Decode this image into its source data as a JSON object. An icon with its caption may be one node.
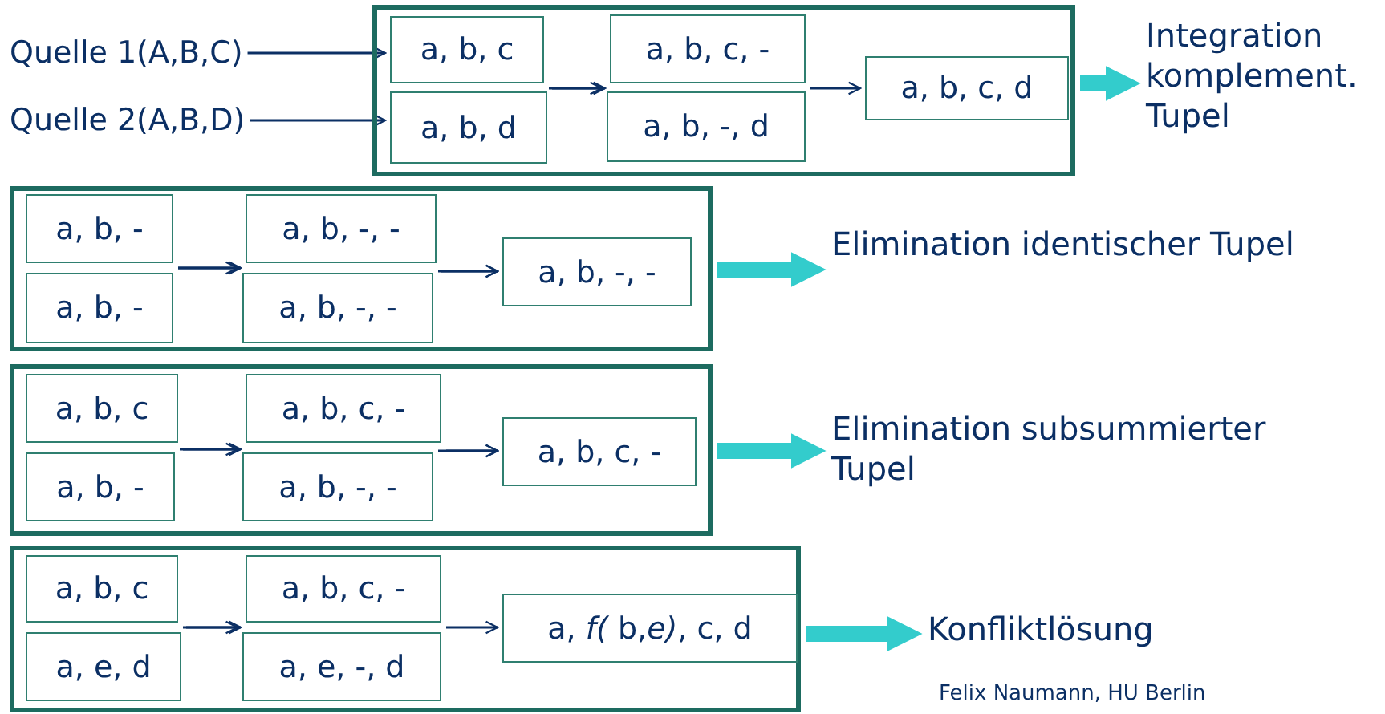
{
  "diagram": {
    "nodes": [
      {
        "text": [
          "Quelle 1(A,B,C)"
        ]
      },
      {
        "text": [
          "Quelle 2(A,B,D)"
        ]
      },
      {
        "text": [],
        "shape": "box"
      },
      {
        "text": [
          "a, b, c"
        ],
        "in": 2
      },
      {
        "text": [
          "a, b, d"
        ],
        "in": 2
      },
      {
        "text": [
          "a, b, c, -"
        ],
        "in": 2
      },
      {
        "text": [
          "a, b, -, d"
        ],
        "in": 2
      },
      {
        "text": [
          "a, b, c, d"
        ],
        "in": 2
      },
      {
        "text": [
          "Integration komplement. Tupel"
        ]
      },
      {
        "text": [],
        "shape": "box"
      },
      {
        "text": [
          "a, b, -"
        ],
        "in": 9
      },
      {
        "text": [
          "a, b, -"
        ],
        "in": 9
      },
      {
        "text": [
          "a, b, -, -"
        ],
        "in": 9
      },
      {
        "text": [
          "a, b, -, -"
        ],
        "in": 9
      },
      {
        "text": [
          "a, b, -, -"
        ],
        "in": 9
      },
      {
        "text": [
          "Elimination identischer Tupel"
        ]
      },
      {
        "text": [],
        "shape": "box"
      },
      {
        "text": [
          "a, b, c"
        ],
        "in": 16
      },
      {
        "text": [
          "a, b, -"
        ],
        "in": 16
      },
      {
        "text": [
          "a, b, c, -"
        ],
        "in": 16
      },
      {
        "text": [
          "a, b, -, -"
        ],
        "in": 16
      },
      {
        "text": [
          "a, b, c, -"
        ],
        "in": 16
      },
      {
        "text": [
          "Elimination subsummierter Tupel"
        ]
      },
      {
        "text": [],
        "shape": "box"
      },
      {
        "text": [
          "a, b, c"
        ],
        "in": 23
      },
      {
        "text": [
          "a, e, d"
        ],
        "in": 23
      },
      {
        "text": [
          "a, b, c, -"
        ],
        "in": 23
      },
      {
        "text": [
          "a, e, -, d"
        ],
        "in": 23
      },
      {
        "text": [
          "a, *f(* b,*e)*, c, d"
        ],
        "in": 23
      },
      {
        "text": [
          "Konfliktlösung"
        ]
      }
    ],
    "edges": [
      {
        "from": 0,
        "to": 3,
        "arrow": "to"
      },
      {
        "from": 1,
        "to": 4,
        "arrow": "to"
      },
      {
        "from": 3,
        "to": 5,
        "arrow": "to"
      },
      {
        "from": 4,
        "to": 6,
        "arrow": "to"
      },
      {
        "from": 5,
        "to": 7,
        "arrow": "to"
      },
      {
        "from": 6,
        "to": 7,
        "arrow": "to"
      },
      {
        "from": 2,
        "to": 8,
        "arrow": "to",
        "style": "thick",
        "color": "#33cccc"
      },
      {
        "from": 10,
        "to": 12,
        "arrow": "to"
      },
      {
        "from": 11,
        "to": 13,
        "arrow": "to"
      },
      {
        "from": 12,
        "to": 14,
        "arrow": "to"
      },
      {
        "from": 13,
        "to": 14,
        "arrow": "to"
      },
      {
        "from": 9,
        "to": 15,
        "arrow": "to",
        "style": "thick",
        "color": "#33cccc"
      },
      {
        "from": 17,
        "to": 19,
        "arrow": "to"
      },
      {
        "from": 18,
        "to": 20,
        "arrow": "to"
      },
      {
        "from": 19,
        "to": 21,
        "arrow": "to"
      },
      {
        "from": 20,
        "to": 21,
        "arrow": "to"
      },
      {
        "from": 16,
        "to": 22,
        "arrow": "to",
        "style": "thick",
        "color": "#33cccc"
      },
      {
        "from": 24,
        "to": 26,
        "arrow": "to"
      },
      {
        "from": 25,
        "to": 27,
        "arrow": "to"
      },
      {
        "from": 26,
        "to": 28,
        "arrow": "to"
      },
      {
        "from": 27,
        "to": 28,
        "arrow": "to"
      },
      {
        "from": 23,
        "to": 29,
        "arrow": "to",
        "style": "thick",
        "color": "#33cccc"
      }
    ],
    "labels": [
      "Felix Naumann, HU Berlin"
    ]
  }
}
